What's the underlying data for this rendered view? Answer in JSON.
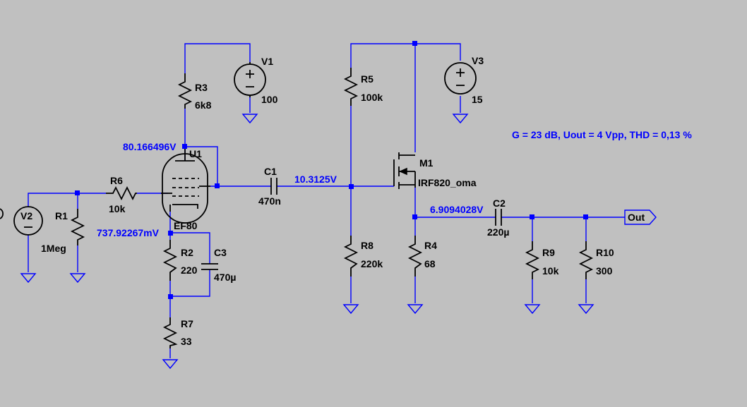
{
  "annotation": "G = 23 dB, Uout = 4 Vpp, THD = 0,13 %",
  "output_port": "Out",
  "components": {
    "V1": {
      "name": "V1",
      "value": "100"
    },
    "V2": {
      "name": "V2"
    },
    "V3": {
      "name": "V3",
      "value": "15"
    },
    "R1": {
      "name": "R1",
      "value": "1Meg"
    },
    "R2": {
      "name": "R2",
      "value": "220"
    },
    "R3": {
      "name": "R3",
      "value": "6k8"
    },
    "R4": {
      "name": "R4",
      "value": "68"
    },
    "R5": {
      "name": "R5",
      "value": "100k"
    },
    "R6": {
      "name": "R6",
      "value": "10k"
    },
    "R7": {
      "name": "R7",
      "value": "33"
    },
    "R8": {
      "name": "R8",
      "value": "220k"
    },
    "R9": {
      "name": "R9",
      "value": "10k"
    },
    "R10": {
      "name": "R10",
      "value": "300"
    },
    "C1": {
      "name": "C1",
      "value": "470n"
    },
    "C2": {
      "name": "C2",
      "value": "220µ"
    },
    "C3": {
      "name": "C3",
      "value": "470µ"
    },
    "U1": {
      "name": "U1",
      "value": "EF80"
    },
    "M1": {
      "name": "M1",
      "value": "IRF820_oma"
    }
  },
  "node_voltages": {
    "plate": "80.166496V",
    "cathode": "737.92267mV",
    "gate": "10.3125V",
    "source": "6.9094028V"
  },
  "colors": {
    "background": "#c0c0c0",
    "wire": "#0000ff",
    "component": "#000000",
    "node_label": "#0000ff"
  }
}
